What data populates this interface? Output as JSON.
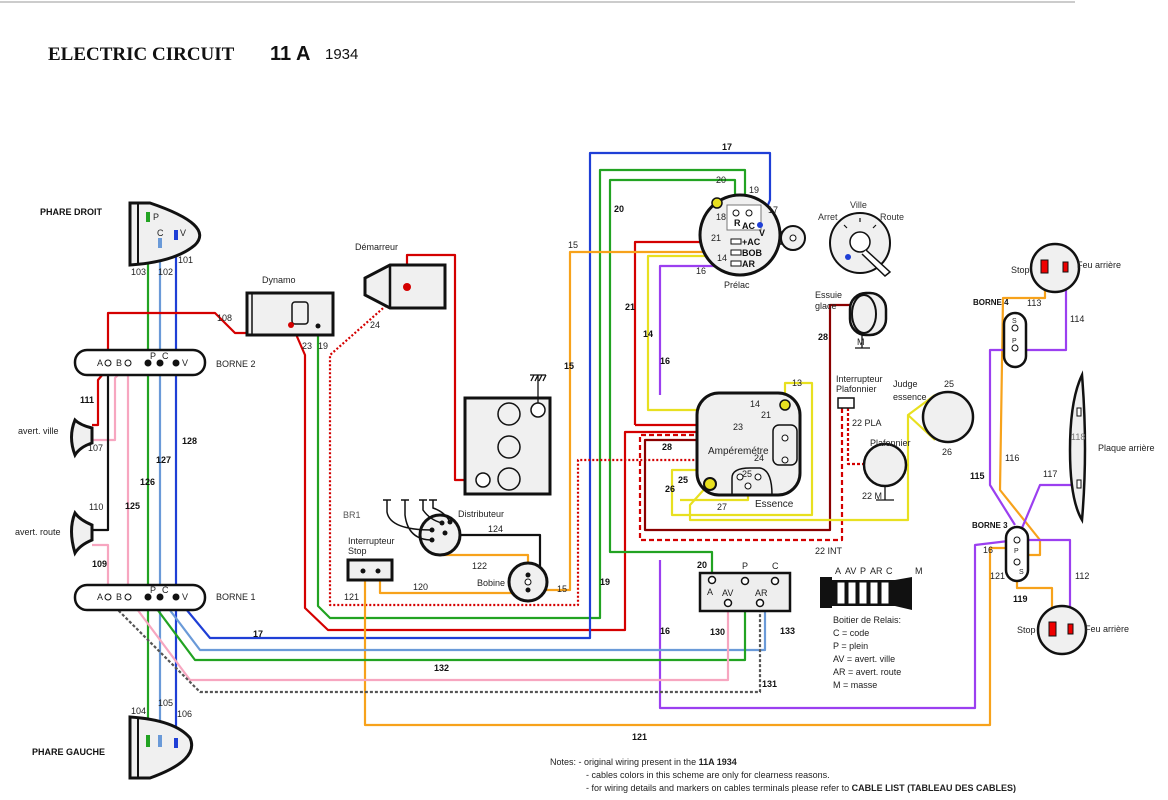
{
  "header": {
    "title": "ELECTRIC  CIRCUIT",
    "model": "11 A",
    "year": "1934"
  },
  "components": {
    "phare_droit": "PHARE DROIT",
    "phare_gauche": "PHARE GAUCHE",
    "borne2": "BORNE 2",
    "borne1": "BORNE 1",
    "borne3": "BORNE 3",
    "borne4": "BORNE 4",
    "avert_ville": "avert. ville",
    "avert_route": "avert. route",
    "dynamo": "Dynamo",
    "demarreur": "Démarreur",
    "distributeur": "Distributeur",
    "bobine": "Bobine",
    "br1": "BR1",
    "interrupteur_stop": [
      "Interrupteur",
      "Stop"
    ],
    "prelac": "Prélac",
    "arret": "Arret",
    "ville": "Ville",
    "route": "Route",
    "essuie_glace": [
      "Essuie",
      "glace"
    ],
    "interrupteur_plafonnier": [
      "Interrupteur",
      "Plafonnier"
    ],
    "plafonnier": "Plafonnier",
    "judge_essence": [
      "Judge",
      "essence"
    ],
    "amperemetre": "Ampéremétre",
    "essence": "Essence",
    "stop": "Stop",
    "feu_arriere": "Feu arrière",
    "plaque_arriere": "Plaque arrière",
    "mass_m": "M"
  },
  "terminals": {
    "P": "P",
    "C": "C",
    "V": "V",
    "A": "A",
    "B": "B",
    "S": "S",
    "R": "R",
    "AC": "AC",
    "AV": "AV",
    "AR": "AR",
    "plus_ac": "+AC",
    "bob": "BOB",
    "ar": "AR"
  },
  "wires": {
    "w101": "101",
    "w102": "102",
    "w103": "103",
    "w104": "104",
    "w105": "105",
    "w106": "106",
    "w107": "107",
    "w108": "108",
    "w109": "109",
    "w110": "110",
    "w111": "111",
    "w112": "112",
    "w113": "113",
    "w114": "114",
    "w115": "115",
    "w116": "116",
    "w117": "117",
    "w118": "118",
    "w119": "119",
    "w120": "120",
    "w121": "121",
    "w122": "122",
    "w124": "124",
    "w125": "125",
    "w126": "126",
    "w127": "127",
    "w128": "128",
    "w130": "130",
    "w131": "131",
    "w132": "132",
    "w133": "133",
    "w13": "13",
    "w14": "14",
    "w15": "15",
    "w16": "16",
    "w17": "17",
    "w18": "18",
    "w19": "19",
    "w20": "20",
    "w21": "21",
    "w22m": "22 M",
    "w22int": "22 INT",
    "w22pla": "22 PLA",
    "w23": "23",
    "w24": "24",
    "w25": "25",
    "w26": "26",
    "w27": "27",
    "w28": "28"
  },
  "relay": {
    "connector_labels": [
      "A",
      "AV",
      "P",
      "AR",
      "C",
      "M"
    ],
    "legend_title": "Boitier de Relais:",
    "legend": [
      "C = code",
      "P = plein",
      "AV = avert. ville",
      "AR = avert. route",
      "M = masse"
    ]
  },
  "notes": {
    "line1": "Notes: - original wiring present in the",
    "line1_bold": "11A 1934",
    "line2": "- cables colors in this scheme are only for clearness reasons.",
    "line3": "- for wiring details and markers on cables terminals please refer to",
    "line3_bold": "CABLE LIST (TABLEAU DES CABLES)"
  },
  "colors": {
    "red": "#d40000",
    "darkred": "#8b0000",
    "green": "#22a322",
    "blue": "#1f3fd6",
    "lightblue": "#6a9ad8",
    "orange": "#f7a21b",
    "yellow": "#e8e020",
    "purple": "#9b3ff0",
    "pink": "#f7a6c0",
    "black": "#111111",
    "gray": "#555555"
  }
}
